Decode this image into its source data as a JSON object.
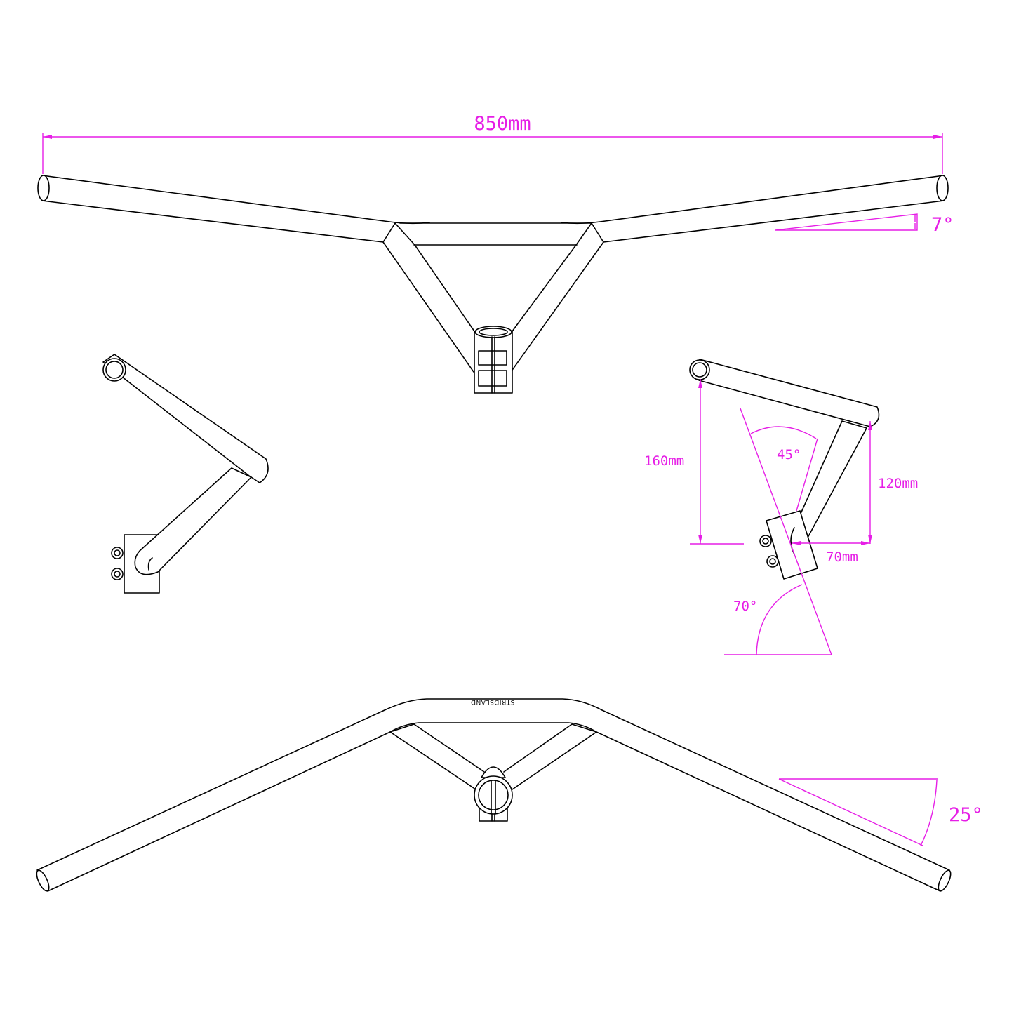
{
  "colors": {
    "dimension": "#e61ee6",
    "outline": "#000000",
    "background": "#ffffff"
  },
  "top_view": {
    "width_label": "850mm",
    "upsweep_label": "7°"
  },
  "side_view": {
    "rise_label": "160mm",
    "reach_height_label": "120mm",
    "reach_label": "70mm",
    "bend_angle_label": "45°",
    "stem_angle_label": "70°"
  },
  "front_view": {
    "backsweep_label": "25°",
    "brand_text": "STRIDSLAND"
  }
}
